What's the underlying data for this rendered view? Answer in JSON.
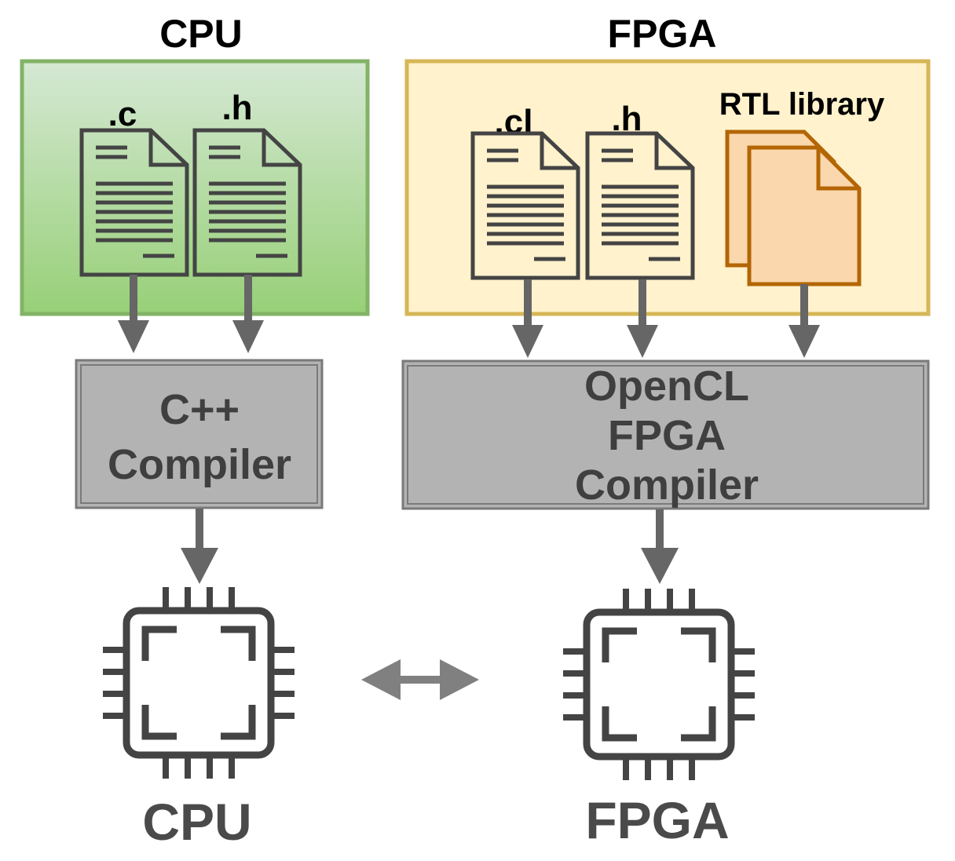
{
  "cpu_section": {
    "title": "CPU",
    "files": [
      ".c",
      ".h"
    ],
    "compiler_lines": [
      "C++",
      "Compiler"
    ],
    "chip_label": "CPU"
  },
  "fpga_section": {
    "title": "FPGA",
    "files": [
      ".cl",
      ".h"
    ],
    "library_label": "RTL library",
    "compiler_lines": [
      "OpenCL",
      "FPGA",
      "Compiler"
    ],
    "chip_label": "FPGA"
  },
  "colors": {
    "cpu_box_top": "#d5e8d4",
    "cpu_box_bottom": "#97d077",
    "cpu_box_border": "#82b366",
    "fpga_box_fill": "#fff2cc",
    "fpga_box_border": "#d6b656",
    "library_fill": "#fad7ac",
    "library_border": "#b46504",
    "compiler_fill": "#b3b3b3",
    "compiler_border": "#7a7a7a",
    "arrow": "#666666",
    "link_arrow": "#808080",
    "icon_stroke": "#444444"
  }
}
